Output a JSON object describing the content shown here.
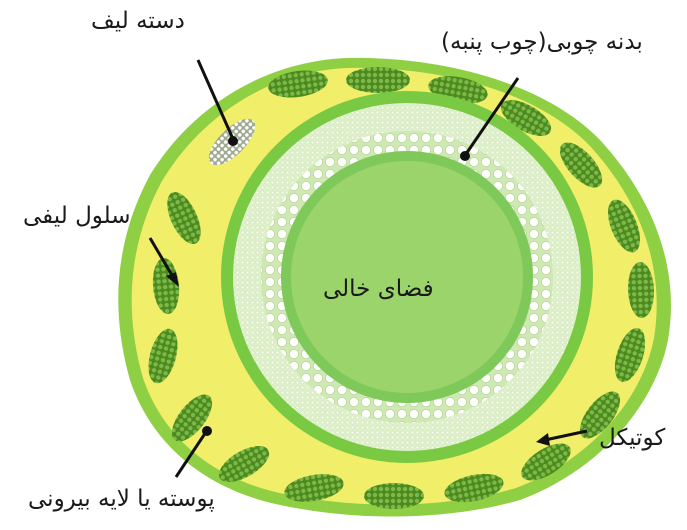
{
  "labels": {
    "fiber_bundle": "دسته لیف",
    "woody_body": "بدنه چوبی(چوب پنبه)",
    "fiber_cell": "سلول لیفی",
    "empty_space": "فضای خالی",
    "cuticle": "کوتیکل",
    "outer_layer": "پوسته یا لایه بیرونی"
  },
  "colors": {
    "cortex_yellow": "#f1ee6a",
    "outer_green": "#8fcf44",
    "ring_green": "#7ac943",
    "pith_green": "#9bd46b",
    "light_zone": "#e8f5d8",
    "bundle_dark": "#4d8a1e"
  }
}
